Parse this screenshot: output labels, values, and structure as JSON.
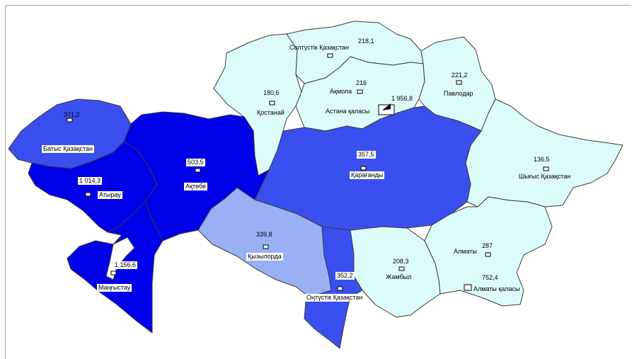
{
  "colors": {
    "very_light": "#dcfcfa",
    "light": "#9ab0f4",
    "medium": "#3a4ff0",
    "dark": "#0000e8",
    "border": "#3a3a3a"
  },
  "regions": [
    {
      "id": "kostanai",
      "name": "Қостанай",
      "value": "180,6",
      "shade": "very_light"
    },
    {
      "id": "north",
      "name": "Солтүстік Қазақстан",
      "value": "218,1",
      "shade": "very_light"
    },
    {
      "id": "akmola",
      "name": "Ақмола",
      "value": "216",
      "shade": "very_light"
    },
    {
      "id": "astana",
      "name": "Астана қаласы",
      "value": "1 956,8",
      "shade": "very_light"
    },
    {
      "id": "pavlodar",
      "name": "Павлодар",
      "value": "221,2",
      "shade": "very_light"
    },
    {
      "id": "east",
      "name": "Шығыс Қазақстан",
      "value": "136,5",
      "shade": "very_light"
    },
    {
      "id": "zhambyl",
      "name": "Жамбыл",
      "value": "208,3",
      "shade": "very_light"
    },
    {
      "id": "almaty",
      "name": "Алматы",
      "value": "287",
      "shade": "very_light"
    },
    {
      "id": "almaty_city",
      "name": "Алматы қаласы",
      "value": "752,4",
      "shade": "very_light"
    },
    {
      "id": "kyzylorda",
      "name": "Қызылорда",
      "value": "339,8",
      "shade": "light"
    },
    {
      "id": "west",
      "name": "Батыс Қазақстан",
      "value": "371,2",
      "shade": "medium"
    },
    {
      "id": "karaganda",
      "name": "Қарағанды",
      "value": "357,5",
      "shade": "medium"
    },
    {
      "id": "south",
      "name": "Оңтүстік Қазақстан",
      "value": "352,2",
      "shade": "medium"
    },
    {
      "id": "atyrau",
      "name": "Атырау",
      "value": "1 014,3",
      "shade": "dark"
    },
    {
      "id": "aktobe",
      "name": "Ақтөбе",
      "value": "503,5",
      "shade": "dark"
    },
    {
      "id": "mangystau",
      "name": "Маңғыстау",
      "value": "1 156,6",
      "shade": "dark"
    }
  ]
}
